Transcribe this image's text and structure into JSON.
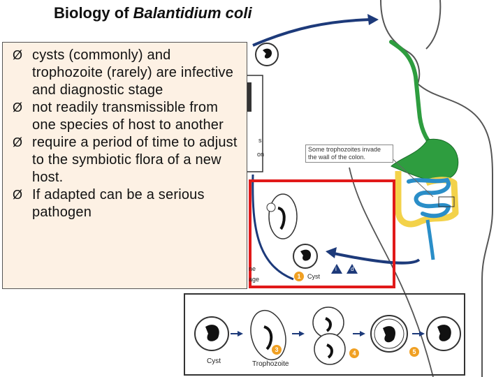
{
  "title": {
    "prefix": "Biology of ",
    "italic": "Balantidium coli"
  },
  "bullets": [
    "cysts (commonly) and trophozoite (rarely) are infective and diagnostic stage",
    "not readily transmissible from one species of host to another",
    "require a period of time to adjust to the symbiotic flora of a new host.",
    "If adapted can be a serious pathogen"
  ],
  "bullet_marker": "Ø",
  "diagram": {
    "callout": "Some trophozoites invade the wall of the colon.",
    "partial_labels": {
      "stage_fragment_1": "ne",
      "stage_fragment_2": "age",
      "side_fragment_1": "s",
      "side_fragment_2": "on"
    },
    "cycle_label": "Cyst",
    "step_numbers": [
      "1",
      "3",
      "4",
      "5"
    ],
    "badges": [
      "i",
      "d"
    ],
    "strip_labels": [
      "Cyst",
      "Trophozoite"
    ]
  },
  "colors": {
    "textbox_bg": "#fdf1e4",
    "highlight_frame": "#e11919",
    "arrow": "#1d3a7a",
    "stomach": "#2e9d3f",
    "colon": "#f3d24a",
    "intestine": "#2a8ec8",
    "step_badge": "#f0a023"
  }
}
